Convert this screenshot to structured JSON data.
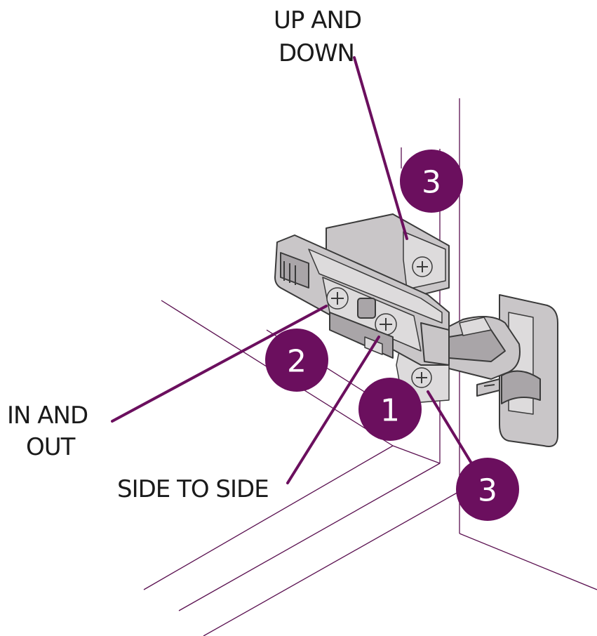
{
  "labels": {
    "up_down_line1": "UP AND",
    "up_down_line2": "DOWN",
    "in_out_line1": "IN AND",
    "in_out_line2": "OUT",
    "side_to_side": "SIDE TO SIDE"
  },
  "badges": {
    "top_three": "3",
    "two": "2",
    "one": "1",
    "bottom_three": "3"
  },
  "colors": {
    "accent": "#6b0f5e",
    "hardware": "#c9c6c8",
    "line": "#5a1050"
  }
}
